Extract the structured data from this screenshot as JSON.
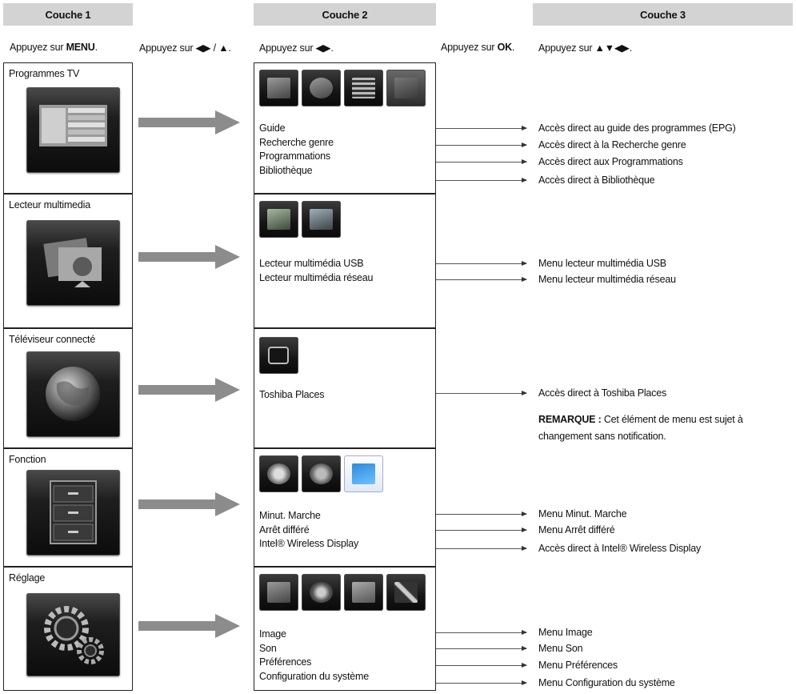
{
  "headers": {
    "layer1": "Couche 1",
    "layer2": "Couche 2",
    "layer3": "Couche 3"
  },
  "instructions": {
    "i1_prefix": "Appuyez sur ",
    "i1_key": "MENU",
    "i1_suffix": ".",
    "i2": "Appuyez sur ◀▶ / ▲.",
    "i3": "Appuyez sur ◀▶.",
    "i4_prefix": "Appuyez sur ",
    "i4_key": "OK",
    "i4_suffix": ".",
    "i5": "Appuyez sur ▲▼◀▶."
  },
  "sections": [
    {
      "title": "Programmes TV",
      "icon": "tv-guide-icon",
      "sub_icons": [
        "guide-icon",
        "genre-search-icon",
        "schedule-icon",
        "library-icon"
      ],
      "items": [
        "Guide",
        "Recherche genre",
        "Programmations",
        "Bibliothèque"
      ],
      "results": [
        "Accès direct au guide des programmes (EPG)",
        "Accès direct à la Recherche genre",
        "Accès direct aux Programmations",
        "Accès direct à Bibliothèque"
      ]
    },
    {
      "title": "Lecteur multimedia",
      "icon": "media-player-icon",
      "sub_icons": [
        "usb-media-icon",
        "network-media-icon"
      ],
      "items": [
        "Lecteur multimédia USB",
        "Lecteur multimédia réseau"
      ],
      "results": [
        "Menu lecteur multimédia USB",
        "Menu lecteur multimédia réseau"
      ]
    },
    {
      "title": "Téléviseur connecté",
      "icon": "globe-icon",
      "sub_icons": [
        "toshiba-places-icon"
      ],
      "items": [
        "Toshiba Places"
      ],
      "results": [
        "Accès direct à Toshiba Places"
      ],
      "note_label": "REMARQUE :",
      "note_text": " Cet élément de menu est sujet à changement sans notification."
    },
    {
      "title": "Fonction",
      "icon": "cabinet-icon",
      "sub_icons": [
        "on-timer-icon",
        "sleep-timer-icon",
        "widi-icon"
      ],
      "items": [
        "Minut. Marche",
        "Arrêt différé",
        "Intel® Wireless Display"
      ],
      "results": [
        "Menu Minut. Marche",
        "Menu Arrêt différé",
        "Accès direct à Intel® Wireless Display"
      ]
    },
    {
      "title": "Réglage",
      "icon": "gears-icon",
      "sub_icons": [
        "picture-icon",
        "sound-icon",
        "preferences-icon",
        "system-setup-icon"
      ],
      "items": [
        "Image",
        "Son",
        "Préférences",
        "Configuration du système"
      ],
      "results": [
        "Menu Image",
        "Menu Son",
        "Menu Préférences",
        "Menu Configuration du système"
      ]
    }
  ],
  "colors": {
    "header_bg": "#d3d3d3",
    "arrow": "#8c8c8c"
  }
}
